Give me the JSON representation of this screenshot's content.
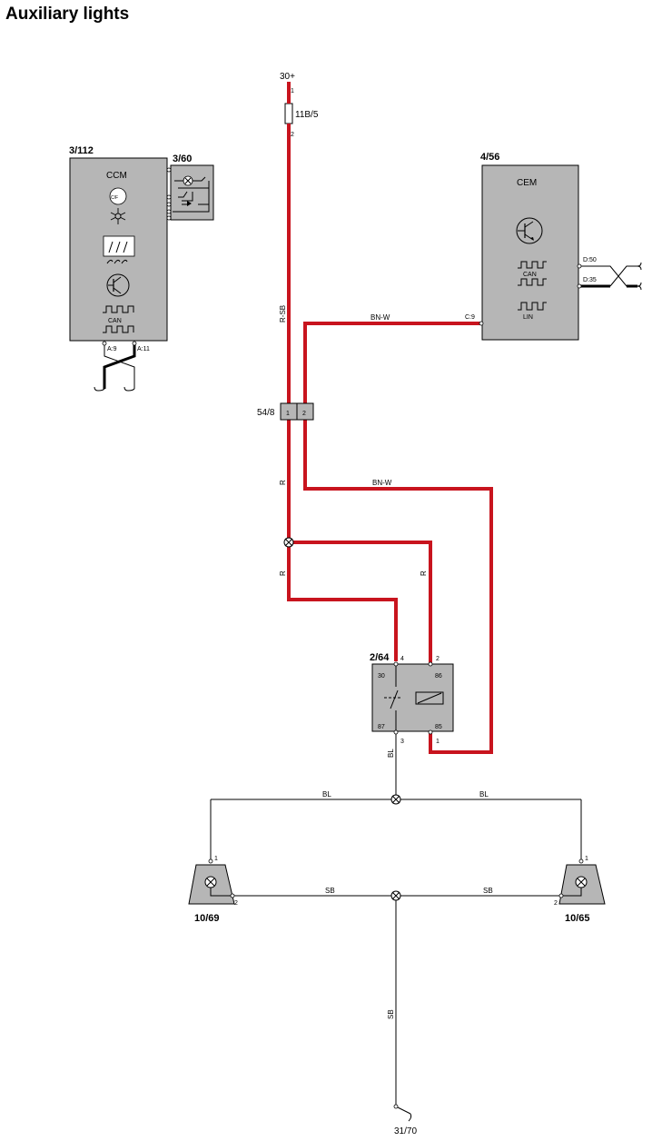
{
  "title": "Auxiliary lights",
  "supply": {
    "label": "30+",
    "pin_top": "1",
    "pin_bottom": "2"
  },
  "fuse": {
    "label": "11B/5"
  },
  "ccm": {
    "ref": "3/112",
    "name": "CCM",
    "can_label": "CAN",
    "pins": [
      "A:9",
      "A:11"
    ]
  },
  "switch_panel": {
    "ref": "3/60"
  },
  "cem": {
    "ref": "4/56",
    "name": "CEM",
    "can_label": "CAN",
    "lin_label": "LIN",
    "pin_in": "C:9",
    "pins_right": [
      "D:50",
      "D:35"
    ]
  },
  "connector": {
    "ref": "54/8",
    "pins": [
      "1",
      "2"
    ]
  },
  "relay": {
    "ref": "2/64",
    "terminals": [
      "30",
      "86",
      "87",
      "85"
    ],
    "pins": [
      "4",
      "2",
      "3",
      "1"
    ]
  },
  "wires": {
    "r_sb": "R-SB",
    "bn_w": "BN-W",
    "r": "R",
    "bl": "BL",
    "sb": "SB"
  },
  "lamps": [
    {
      "ref": "10/69",
      "pins": [
        "1",
        "2"
      ]
    },
    {
      "ref": "10/65",
      "pins": [
        "1",
        "2"
      ]
    }
  ],
  "ground": {
    "ref": "31/70"
  }
}
